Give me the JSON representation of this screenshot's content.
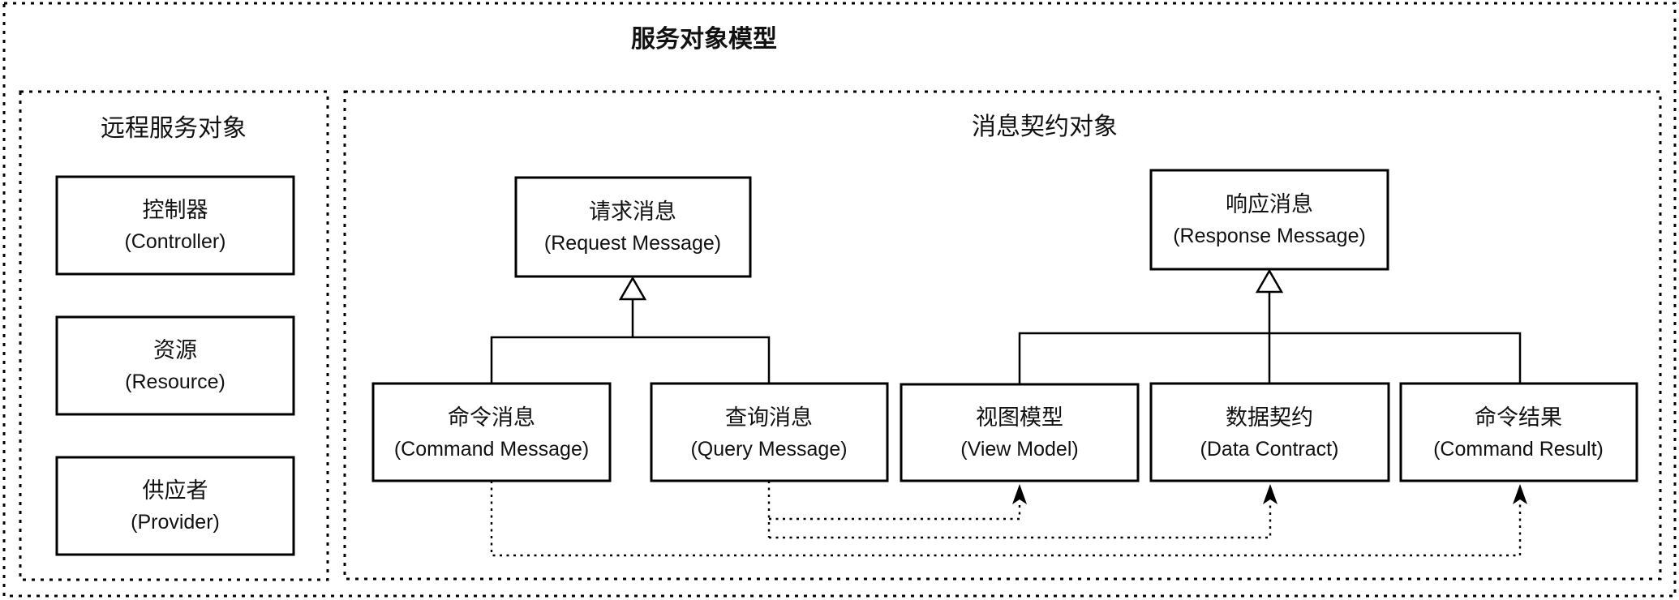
{
  "diagram": {
    "title": "服务对象模型",
    "panels": {
      "remote_service": {
        "title": "远程服务对象"
      },
      "message_contract": {
        "title": "消息契约对象"
      }
    },
    "nodes": {
      "controller": {
        "zh": "控制器",
        "en": "(Controller)"
      },
      "resource": {
        "zh": "资源",
        "en": "(Resource)"
      },
      "provider": {
        "zh": "供应者",
        "en": "(Provider)"
      },
      "request_message": {
        "zh": "请求消息",
        "en": "(Request Message)"
      },
      "response_message": {
        "zh": "响应消息",
        "en": "(Response Message)"
      },
      "command_message": {
        "zh": "命令消息",
        "en": "(Command Message)"
      },
      "query_message": {
        "zh": "查询消息",
        "en": "(Query Message)"
      },
      "view_model": {
        "zh": "视图模型",
        "en": "(View Model)"
      },
      "data_contract": {
        "zh": "数据契约",
        "en": "(Data Contract)"
      },
      "command_result": {
        "zh": "命令结果",
        "en": "(Command Result)"
      }
    },
    "relations": {
      "generalizations": [
        {
          "from": "command_message",
          "to": "request_message"
        },
        {
          "from": "query_message",
          "to": "request_message"
        },
        {
          "from": "view_model",
          "to": "response_message"
        },
        {
          "from": "data_contract",
          "to": "response_message"
        },
        {
          "from": "command_result",
          "to": "response_message"
        }
      ],
      "dependencies": [
        {
          "from": "query_message",
          "to": "view_model"
        },
        {
          "from": "query_message",
          "to": "data_contract"
        },
        {
          "from": "command_message",
          "to": "command_result"
        }
      ]
    },
    "colors": {
      "line": "#000000",
      "background": "#ffffff",
      "text": "#111111"
    }
  }
}
